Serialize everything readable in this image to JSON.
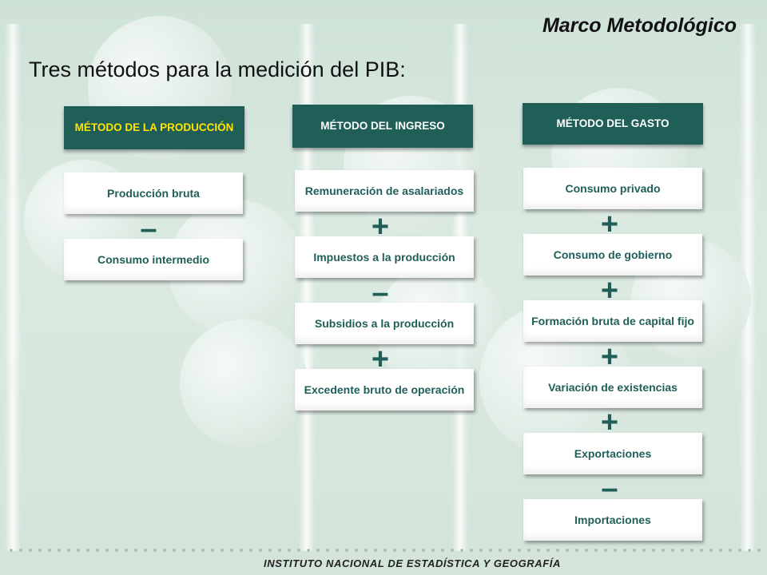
{
  "header": {
    "title": "Marco Metodológico"
  },
  "subtitle": "Tres métodos para la medición del PIB:",
  "colors": {
    "header_bg": "#1f5f57",
    "highlight_text": "#ffe400",
    "box_text": "#1f5f57"
  },
  "methods": [
    {
      "title": "MÉTODO DE LA PRODUCCIÓN",
      "items": [
        "Producción bruta",
        "Consumo intermedio"
      ],
      "operators": [
        "–"
      ]
    },
    {
      "title": "MÉTODO DEL INGRESO",
      "items": [
        "Remuneración de asalariados",
        "Impuestos a la producción",
        "Subsidios a la producción",
        "Excedente bruto de operación"
      ],
      "operators": [
        "+",
        "–",
        "+"
      ]
    },
    {
      "title": "MÉTODO DEL GASTO",
      "items": [
        "Consumo privado",
        "Consumo de gobierno",
        "Formación bruta de capital fijo",
        "Variación de existencias",
        "Exportaciones",
        "Importaciones"
      ],
      "operators": [
        "+",
        "+",
        "+",
        "+",
        "–"
      ]
    }
  ],
  "footer": {
    "institute": "INSTITUTO NACIONAL DE ESTADÍSTICA Y GEOGRAFÍA"
  }
}
